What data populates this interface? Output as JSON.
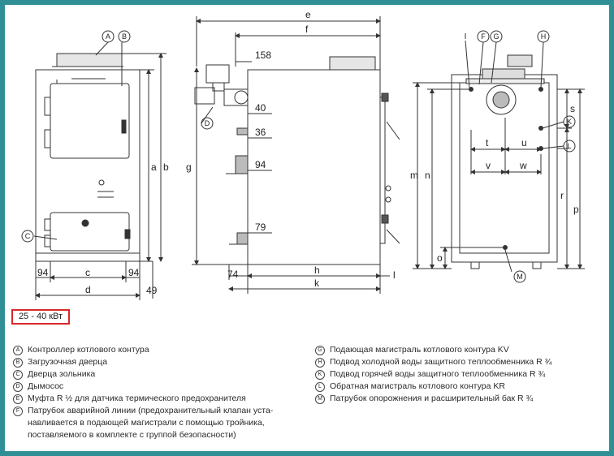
{
  "power_range": "25 - 40 кВт",
  "dims": {
    "a": "a",
    "b": "b",
    "c": "c",
    "d": "d",
    "e": "e",
    "f": "f",
    "g": "g",
    "h": "h",
    "k": "k",
    "l": "l",
    "m": "m",
    "n": "n",
    "o": "o",
    "p": "p",
    "r": "r",
    "s": "s",
    "t": "t",
    "u": "u",
    "v": "v",
    "w": "w",
    "d158": "158",
    "d40": "40",
    "d36": "36",
    "d94": "94",
    "d79": "79",
    "d74": "74",
    "d94l": "94",
    "d94r": "94",
    "d49": "49"
  },
  "callouts": {
    "A": "A",
    "B": "B",
    "C": "C",
    "D": "D",
    "F": "F",
    "G": "G",
    "H": "H",
    "K": "K",
    "L": "L",
    "M": "M",
    "I": "I"
  },
  "legend_left": [
    {
      "letter": "A",
      "text": "Контроллер котлового контура"
    },
    {
      "letter": "B",
      "text": "Загрузочная дверца"
    },
    {
      "letter": "C",
      "text": "Дверца зольника"
    },
    {
      "letter": "D",
      "text": "Дымосос"
    },
    {
      "letter": "E",
      "text": "Муфта R ½ для датчика термического предохранителя"
    },
    {
      "letter": "F",
      "text": "Патрубок аварийной линии (предохранительный клапан уста-"
    }
  ],
  "legend_left_cont": [
    "навливается в подающей магистрали с помощью тройника,",
    "поставляемого в комплекте с группой безопасности)"
  ],
  "legend_right": [
    {
      "letter": "G",
      "text": "Подающая магистраль котлового контура KV"
    },
    {
      "letter": "H",
      "text": "Подвод холодной воды защитного теплообменника R ¾"
    },
    {
      "letter": "K",
      "text": "Подвод горячей воды защитного теплообменника R ¾"
    },
    {
      "letter": "L",
      "text": "Обратная магистраль котлового контура KR"
    },
    {
      "letter": "M",
      "text": "Патрубок опорожнения и расширительный бак R ¾"
    }
  ]
}
